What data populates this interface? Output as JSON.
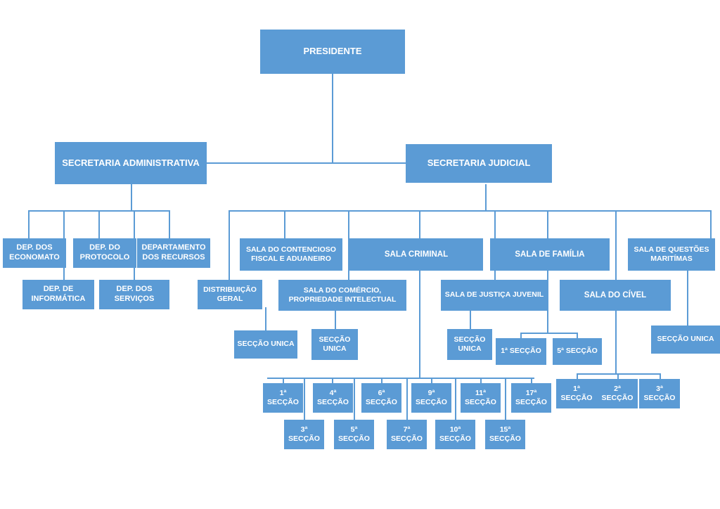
{
  "chart_data": {
    "type": "diagram",
    "title": "Organograma do Tribunal",
    "diagram_kind": "organizational-chart",
    "accent_color": "#5B9BD5",
    "text_color": "#FFFFFF",
    "background_color": "#FFFFFF",
    "levels": 5,
    "node_count": 35
  },
  "nodes": {
    "presidente": {
      "label": "PRESIDENTE"
    },
    "secretaria_administrativa": {
      "label": "SECRETARIA ADMINISTRATIVA"
    },
    "secretaria_judicial": {
      "label": "SECRETARIA JUDICIAL"
    },
    "dep_economato": {
      "line1": "DEP. DOS",
      "line2": "ECONOMATO"
    },
    "dep_informatica": {
      "line1": "DEP. DE",
      "line2": "INFORMÁTICA"
    },
    "dep_protocolo": {
      "line1": "DEP. DO",
      "line2": "PROTOCOLO"
    },
    "dep_servicos": {
      "line1": "DEP. DOS",
      "line2": "SERVIÇOS"
    },
    "departamento_recursos": {
      "line1": "DEPARTAMENTO",
      "line2": "DOS RECURSOS"
    },
    "distribuicao_geral": {
      "line1": "DISTRIBUIÇÃO",
      "line2": "GERAL"
    },
    "sala_contencioso": {
      "line1": "SALA DO CONTENCIOSO",
      "line2": "FISCAL E ADUANEIRO"
    },
    "sala_comercio": {
      "line1": "SALA DO COMÉRCIO,",
      "line2": "PROPRIEDADE INTELECTUAL"
    },
    "sala_criminal": {
      "label": "SALA CRIMINAL"
    },
    "sala_justica_juvenil": {
      "label": "SALA DE JUSTIÇA JUVENIL"
    },
    "sala_familia": {
      "label": "SALA DE FAMÍLIA"
    },
    "sala_civel": {
      "label": "SALA DO CÍVEL"
    },
    "sala_questoes_maritimas": {
      "line1": "SALA DE QUESTÕES",
      "line2": "MARITÍMAS"
    },
    "seccao_unica_distribuicao": {
      "label": "SECÇÃO UNICA"
    },
    "seccao_unica_comercio": {
      "line1": "SECÇÃO",
      "line2": "UNICA"
    },
    "seccao_unica_juvenil": {
      "line1": "SECÇÃO",
      "line2": "UNICA"
    },
    "seccao_unica_maritimas": {
      "label": "SECÇÃO UNICA"
    },
    "familia_1": {
      "label": "1ª SECÇÃO"
    },
    "familia_5": {
      "label": "5ª SECÇÃO"
    },
    "civel_1": {
      "line1": "1ª",
      "line2": "SECÇÃO"
    },
    "civel_2": {
      "line1": "2ª",
      "line2": "SECÇÃO"
    },
    "civel_3": {
      "line1": "3ª",
      "line2": "SECÇÃO"
    },
    "criminal_1": {
      "line1": "1ª",
      "line2": "SECÇÃO"
    },
    "criminal_3": {
      "line1": "3ª",
      "line2": "SECÇÃO"
    },
    "criminal_4": {
      "line1": "4ª",
      "line2": "SECÇÃO"
    },
    "criminal_5": {
      "line1": "5ª",
      "line2": "SECÇÃO"
    },
    "criminal_6": {
      "line1": "6ª",
      "line2": "SECÇÃO"
    },
    "criminal_7": {
      "line1": "7ª",
      "line2": "SECÇÃO"
    },
    "criminal_9": {
      "line1": "9ª",
      "line2": "SECÇÃO"
    },
    "criminal_10": {
      "line1": "10ª",
      "line2": "SECÇÃO"
    },
    "criminal_11": {
      "line1": "11ª",
      "line2": "SECÇÃO"
    },
    "criminal_15": {
      "line1": "15ª",
      "line2": "SECÇÃO"
    },
    "criminal_17": {
      "line1": "17ª",
      "line2": "SECÇÃO"
    }
  }
}
